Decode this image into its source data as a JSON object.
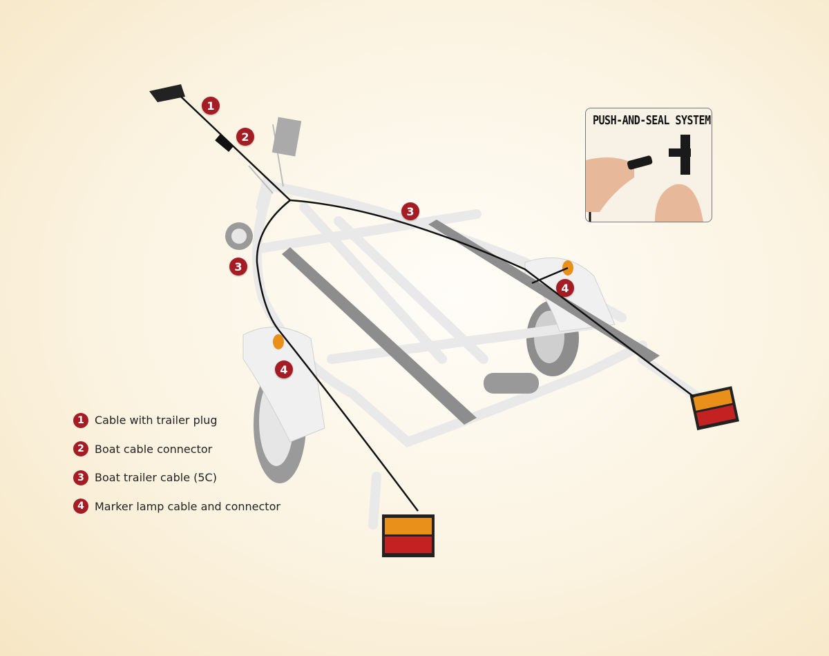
{
  "callouts": [
    "1",
    "2",
    "3",
    "3",
    "4",
    "4"
  ],
  "legend": [
    {
      "num": "1",
      "label": "Cable with trailer plug"
    },
    {
      "num": "2",
      "label": "Boat cable connector"
    },
    {
      "num": "3",
      "label": "Boat trailer cable (5C)"
    },
    {
      "num": "4",
      "label": "Marker lamp cable and connector"
    }
  ],
  "inset": {
    "title": "PUSH-AND-SEAL SYSTEM"
  },
  "colors": {
    "badge": "#a51d24",
    "cable": "#111111",
    "frame": "#e8e8e8",
    "bunk": "#8a8a8a",
    "lamp_amber": "#e8901a",
    "lamp_red": "#c42222"
  }
}
